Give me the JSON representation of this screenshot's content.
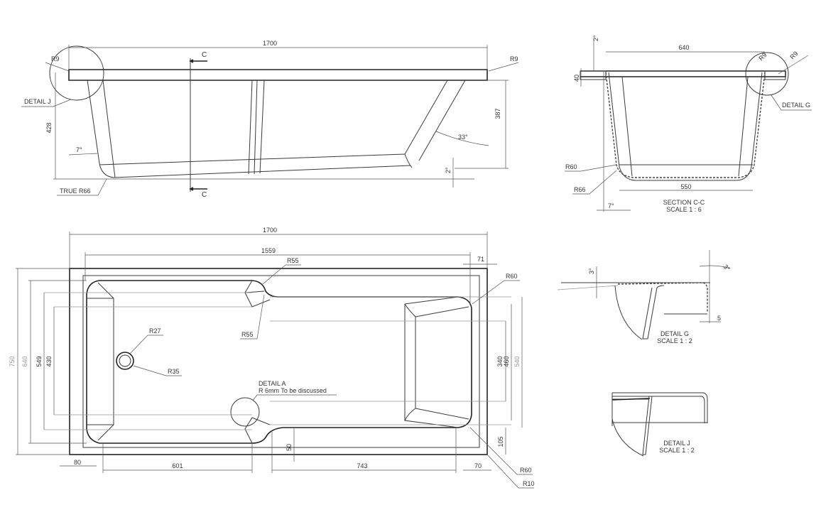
{
  "side_view": {
    "dim_length": "1700",
    "r_left": "R9",
    "r_right": "R9",
    "detail_j": "DETAIL J",
    "height_left": "428",
    "height_right": "387",
    "angle_wall": "7°",
    "angle_slope": "33°",
    "angle_floor": "2°",
    "true_radius": "TRUE R66",
    "section_top": "C",
    "section_bottom": "C"
  },
  "section_cc": {
    "dim_top": "640",
    "dim_bottom": "550",
    "dim_rim": "40",
    "angle_top": "2°",
    "r_rim": "R9",
    "r_rim2": "R9",
    "detail_g": "DETAIL G",
    "r60": "R60",
    "r66": "R66",
    "angle_wall": "7°",
    "title": "SECTION C-C",
    "scale": "SCALE 1 : 6"
  },
  "plan_view": {
    "dim_1700": "1700",
    "dim_1559": "1559",
    "dim_71": "71",
    "r55_top": "R55",
    "r55_bottom": "R55",
    "r60_top": "R60",
    "r27": "R27",
    "r35": "R35",
    "detail_a": "DETAIL A",
    "detail_a_note": "R 6mm To be discussed",
    "dim_750": "750",
    "dim_640": "640",
    "dim_549": "549",
    "dim_430": "430",
    "dim_340": "340",
    "dim_460": "460",
    "dim_540": "540",
    "dim_105": "105",
    "dim_50": "50",
    "dim_80": "80",
    "dim_601": "601",
    "dim_743": "743",
    "dim_70": "70",
    "r60_bottom": "R60",
    "r10": "R10"
  },
  "detail_g": {
    "angle_left": "3°",
    "angle_right": "3°",
    "dim_5": "5",
    "title": "DETAIL G",
    "scale": "SCALE 1 : 2"
  },
  "detail_j": {
    "title": "DETAIL J",
    "scale": "SCALE 1 : 2"
  }
}
